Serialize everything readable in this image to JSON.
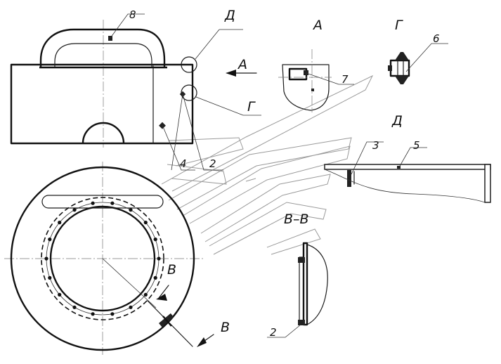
{
  "views": {
    "view_a": "А",
    "view_g": "Г",
    "view_d": "Д",
    "section_bb": "В–В"
  },
  "callouts": {
    "circle_d": "Д",
    "arrow_a": "А",
    "circle_g": "Г",
    "section_b_top": "В",
    "section_b_bottom": "В"
  },
  "part_numbers": {
    "p8": "8",
    "p7": "7",
    "p6": "6",
    "p3": "3",
    "p5": "5",
    "p4": "4",
    "p2_main": "2",
    "p2_section": "2"
  }
}
